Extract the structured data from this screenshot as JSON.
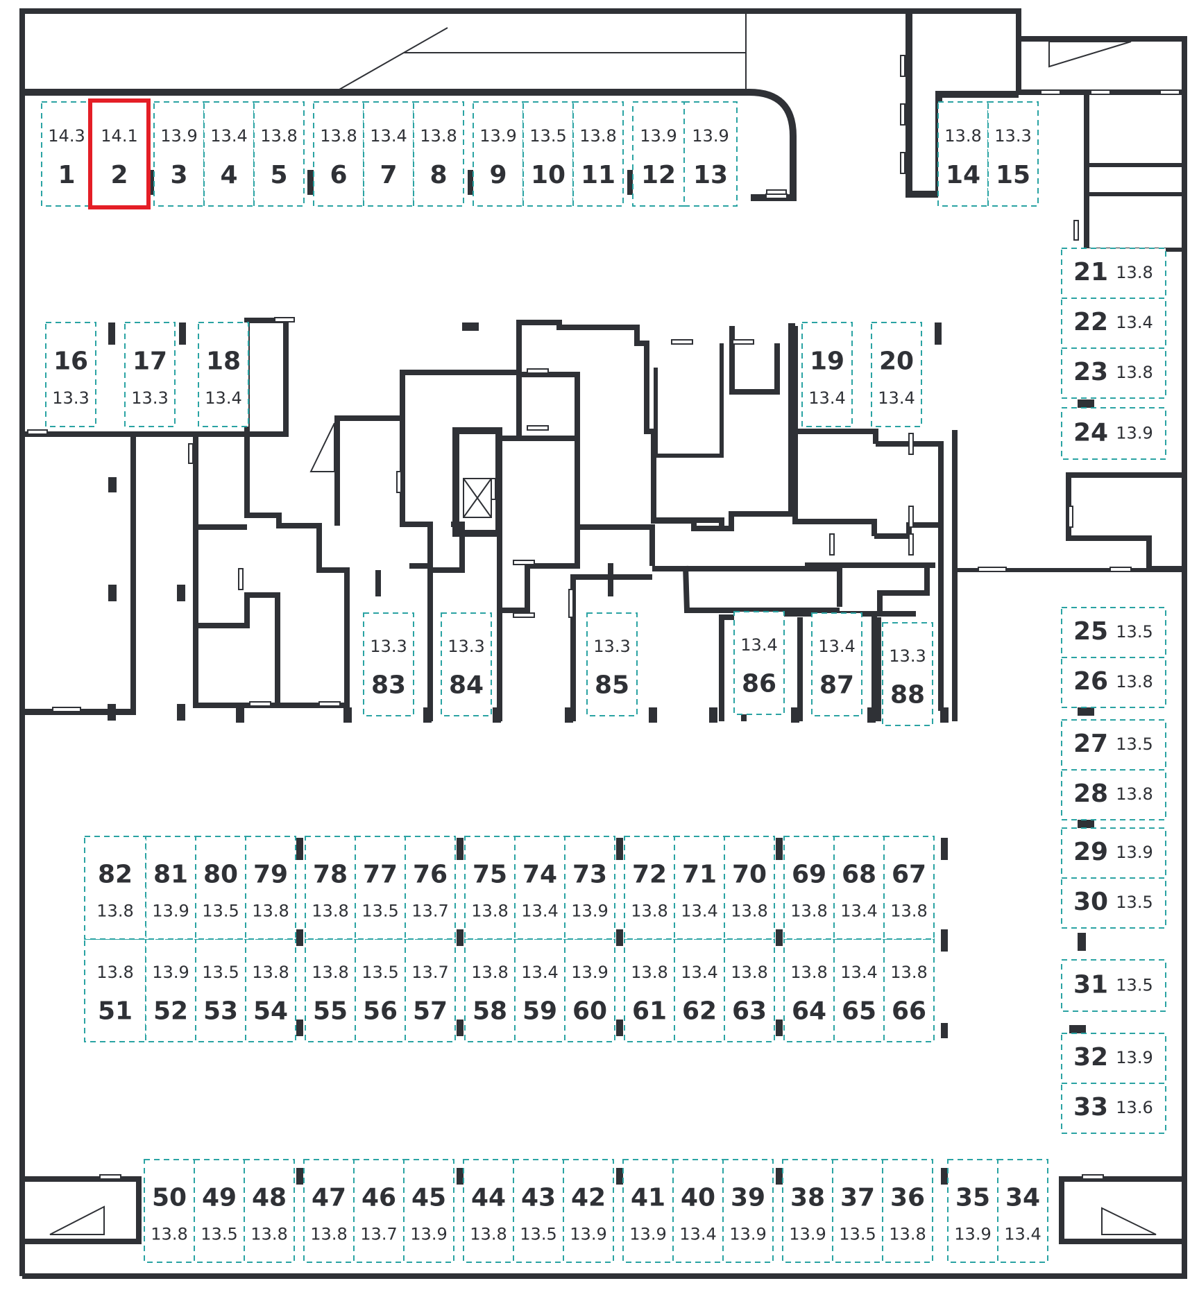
{
  "colors": {
    "wall": "#2f3136",
    "spot_outline": "#2aa3a3",
    "selected_outline": "#e41e26",
    "background": "#ffffff"
  },
  "selected_spot": "2",
  "spots": [
    {
      "num": "1",
      "area": "14.3"
    },
    {
      "num": "2",
      "area": "14.1"
    },
    {
      "num": "3",
      "area": "13.9"
    },
    {
      "num": "4",
      "area": "13.4"
    },
    {
      "num": "5",
      "area": "13.8"
    },
    {
      "num": "6",
      "area": "13.8"
    },
    {
      "num": "7",
      "area": "13.4"
    },
    {
      "num": "8",
      "area": "13.8"
    },
    {
      "num": "9",
      "area": "13.9"
    },
    {
      "num": "10",
      "area": "13.5"
    },
    {
      "num": "11",
      "area": "13.8"
    },
    {
      "num": "12",
      "area": "13.9"
    },
    {
      "num": "13",
      "area": "13.9"
    },
    {
      "num": "14",
      "area": "13.8"
    },
    {
      "num": "15",
      "area": "13.3"
    },
    {
      "num": "16",
      "area": "13.3"
    },
    {
      "num": "17",
      "area": "13.3"
    },
    {
      "num": "18",
      "area": "13.4"
    },
    {
      "num": "19",
      "area": "13.4"
    },
    {
      "num": "20",
      "area": "13.4"
    },
    {
      "num": "21",
      "area": "13.8"
    },
    {
      "num": "22",
      "area": "13.4"
    },
    {
      "num": "23",
      "area": "13.8"
    },
    {
      "num": "24",
      "area": "13.9"
    },
    {
      "num": "25",
      "area": "13.5"
    },
    {
      "num": "26",
      "area": "13.8"
    },
    {
      "num": "27",
      "area": "13.5"
    },
    {
      "num": "28",
      "area": "13.8"
    },
    {
      "num": "29",
      "area": "13.9"
    },
    {
      "num": "30",
      "area": "13.5"
    },
    {
      "num": "31",
      "area": "13.5"
    },
    {
      "num": "32",
      "area": "13.9"
    },
    {
      "num": "33",
      "area": "13.6"
    },
    {
      "num": "34",
      "area": "13.4"
    },
    {
      "num": "35",
      "area": "13.9"
    },
    {
      "num": "36",
      "area": "13.8"
    },
    {
      "num": "37",
      "area": "13.5"
    },
    {
      "num": "38",
      "area": "13.9"
    },
    {
      "num": "39",
      "area": "13.9"
    },
    {
      "num": "40",
      "area": "13.4"
    },
    {
      "num": "41",
      "area": "13.9"
    },
    {
      "num": "42",
      "area": "13.9"
    },
    {
      "num": "43",
      "area": "13.5"
    },
    {
      "num": "44",
      "area": "13.8"
    },
    {
      "num": "45",
      "area": "13.9"
    },
    {
      "num": "46",
      "area": "13.7"
    },
    {
      "num": "47",
      "area": "13.8"
    },
    {
      "num": "48",
      "area": "13.8"
    },
    {
      "num": "49",
      "area": "13.5"
    },
    {
      "num": "50",
      "area": "13.8"
    },
    {
      "num": "51",
      "area": "13.8"
    },
    {
      "num": "52",
      "area": "13.9"
    },
    {
      "num": "53",
      "area": "13.5"
    },
    {
      "num": "54",
      "area": "13.8"
    },
    {
      "num": "55",
      "area": "13.8"
    },
    {
      "num": "56",
      "area": "13.5"
    },
    {
      "num": "57",
      "area": "13.7"
    },
    {
      "num": "58",
      "area": "13.8"
    },
    {
      "num": "59",
      "area": "13.4"
    },
    {
      "num": "60",
      "area": "13.9"
    },
    {
      "num": "61",
      "area": "13.8"
    },
    {
      "num": "62",
      "area": "13.4"
    },
    {
      "num": "63",
      "area": "13.8"
    },
    {
      "num": "64",
      "area": "13.8"
    },
    {
      "num": "65",
      "area": "13.4"
    },
    {
      "num": "66",
      "area": "13.8"
    },
    {
      "num": "67",
      "area": "13.8"
    },
    {
      "num": "68",
      "area": "13.4"
    },
    {
      "num": "69",
      "area": "13.8"
    },
    {
      "num": "70",
      "area": "13.8"
    },
    {
      "num": "71",
      "area": "13.4"
    },
    {
      "num": "72",
      "area": "13.8"
    },
    {
      "num": "73",
      "area": "13.9"
    },
    {
      "num": "74",
      "area": "13.4"
    },
    {
      "num": "75",
      "area": "13.8"
    },
    {
      "num": "76",
      "area": "13.7"
    },
    {
      "num": "77",
      "area": "13.5"
    },
    {
      "num": "78",
      "area": "13.8"
    },
    {
      "num": "79",
      "area": "13.8"
    },
    {
      "num": "80",
      "area": "13.5"
    },
    {
      "num": "81",
      "area": "13.9"
    },
    {
      "num": "82",
      "area": "13.8"
    },
    {
      "num": "83",
      "area": "13.3"
    },
    {
      "num": "84",
      "area": "13.3"
    },
    {
      "num": "85",
      "area": "13.3"
    },
    {
      "num": "86",
      "area": "13.4"
    },
    {
      "num": "87",
      "area": "13.4"
    },
    {
      "num": "88",
      "area": "13.3"
    }
  ]
}
